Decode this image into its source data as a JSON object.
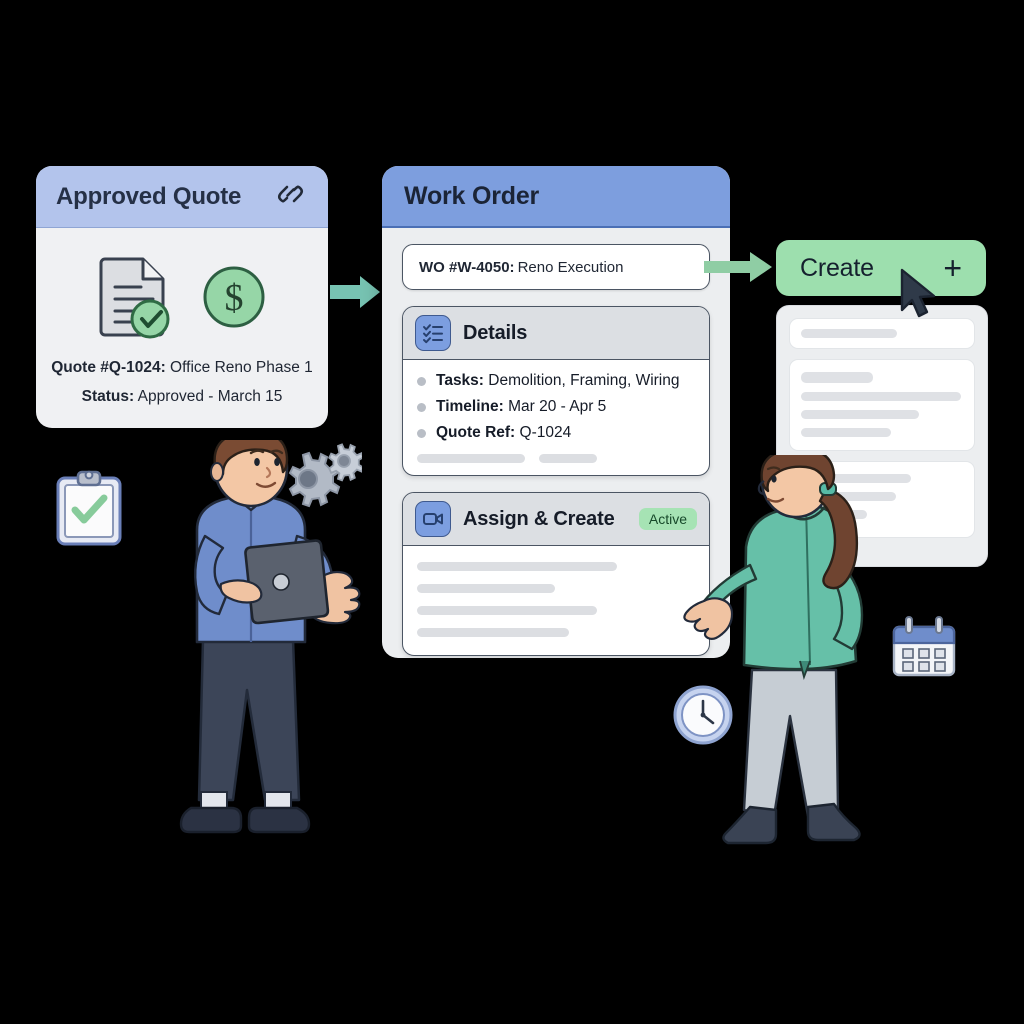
{
  "quote_card": {
    "title": "Approved Quote",
    "link_icon": "link-icon",
    "doc_icon": "document-check-icon",
    "money_icon": "dollar-circle-icon",
    "line1_label": "Quote #Q-1024:",
    "line1_value": " Office Reno Phase 1",
    "line2_label": "Status:",
    "line2_value": " Approved - March 15",
    "header_color": "#b3c4ec",
    "body_color": "#f0f1f3"
  },
  "work_order_card": {
    "title": "Work Order",
    "header_color": "#7d9ede",
    "body_color": "#eceef0",
    "input": {
      "label": "WO #W-4050:",
      "value": " Reno Execution"
    },
    "sections": [
      {
        "icon": "checklist-icon",
        "name": "Details",
        "badge": "",
        "bullets": [
          {
            "label": "Tasks:",
            "value": " Demolition, Framing, Wiring"
          },
          {
            "label": "Timeline:",
            "value": " Mar 20 - Apr 5"
          },
          {
            "label": "Quote Ref:",
            "value": " Q-1024"
          }
        ],
        "skeleton_widths": [
          108,
          58
        ]
      },
      {
        "icon": "video-camera-icon",
        "name": "Assign & Create",
        "badge": "Active",
        "badge_color": "#a6e3b4",
        "bullets": [],
        "body_skeleton_widths": [
          200,
          138,
          180,
          152
        ]
      }
    ]
  },
  "create_button": {
    "label": "Create",
    "plus": "+",
    "color": "#9ddfae"
  },
  "right_panel": {
    "cards": [
      {
        "skeletons": [
          96
        ]
      },
      {
        "skeletons": [
          72,
          160,
          118,
          90
        ]
      },
      {
        "skeletons": [
          110,
          95,
          66
        ]
      }
    ]
  },
  "arrows": [
    {
      "name": "arrow-quote-to-workorder",
      "color": "#77c3b2"
    },
    {
      "name": "arrow-workorder-to-create",
      "color": "#86c79c"
    }
  ],
  "decorations": {
    "clipboard_icon": "clipboard-check-icon",
    "gears_icon": "gears-icon",
    "clock_icon": "clock-icon",
    "calendar_icon": "calendar-icon",
    "cursor_icon": "mouse-cursor-icon",
    "person_left": "person-with-tablet-illustration",
    "person_right": "person-pointing-illustration"
  }
}
